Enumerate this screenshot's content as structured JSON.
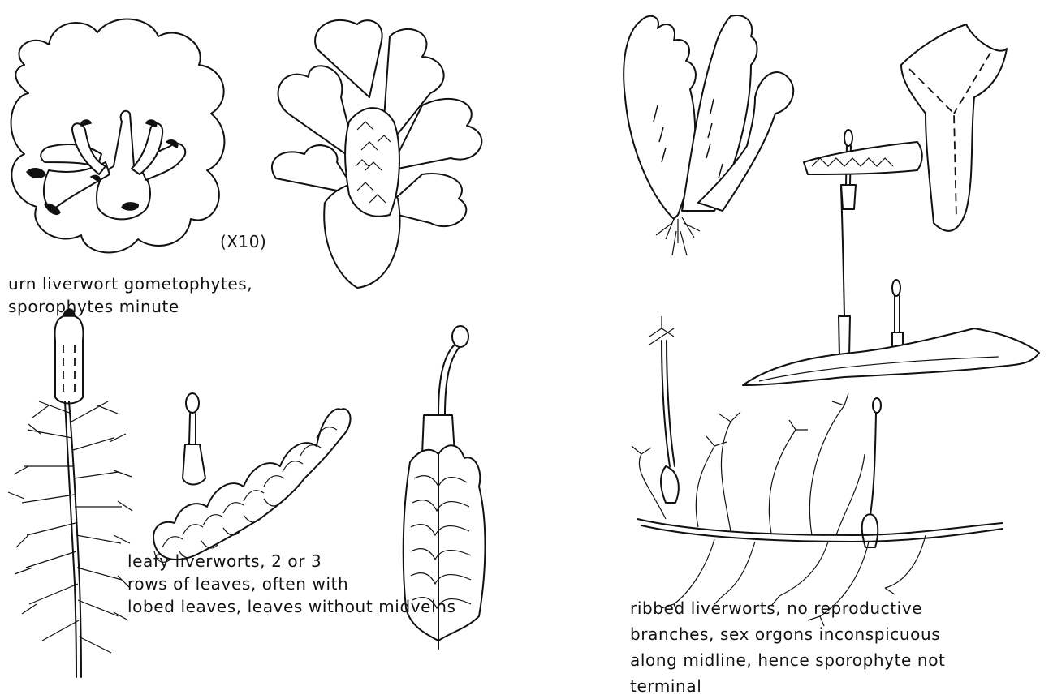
{
  "captions": {
    "urn_line1": "urn liverwort gometophytes,",
    "urn_line2": "sporophytes minute",
    "magnification": "(X10)",
    "leafy_line1": "leafy liverworts, 2 or 3",
    "leafy_line2": "rows of leaves, often with",
    "leafy_line3": "lobed leaves, leaves without midveins",
    "ribbed_line1": "ribbed liverworts, no reproductive",
    "ribbed_line2": "branches, sex orgons inconspicuous",
    "ribbed_line3": "along midline, hence sporophyte not",
    "ribbed_line4": "terminal"
  },
  "drawings": [
    "urn-liverwort-thallus-drawing",
    "urn-liverwort-rosette-drawing",
    "leafy-liverwort-feathery-stem-drawing",
    "leafy-liverwort-curved-shoot-drawing",
    "leafy-liverwort-upright-shoot-drawing",
    "ribbed-liverwort-forked-thallus-drawing",
    "ribbed-liverwort-frond-drawing",
    "ribbed-liverwort-lobe-drawing",
    "ribbed-liverwort-dissected-thallus-drawing"
  ]
}
